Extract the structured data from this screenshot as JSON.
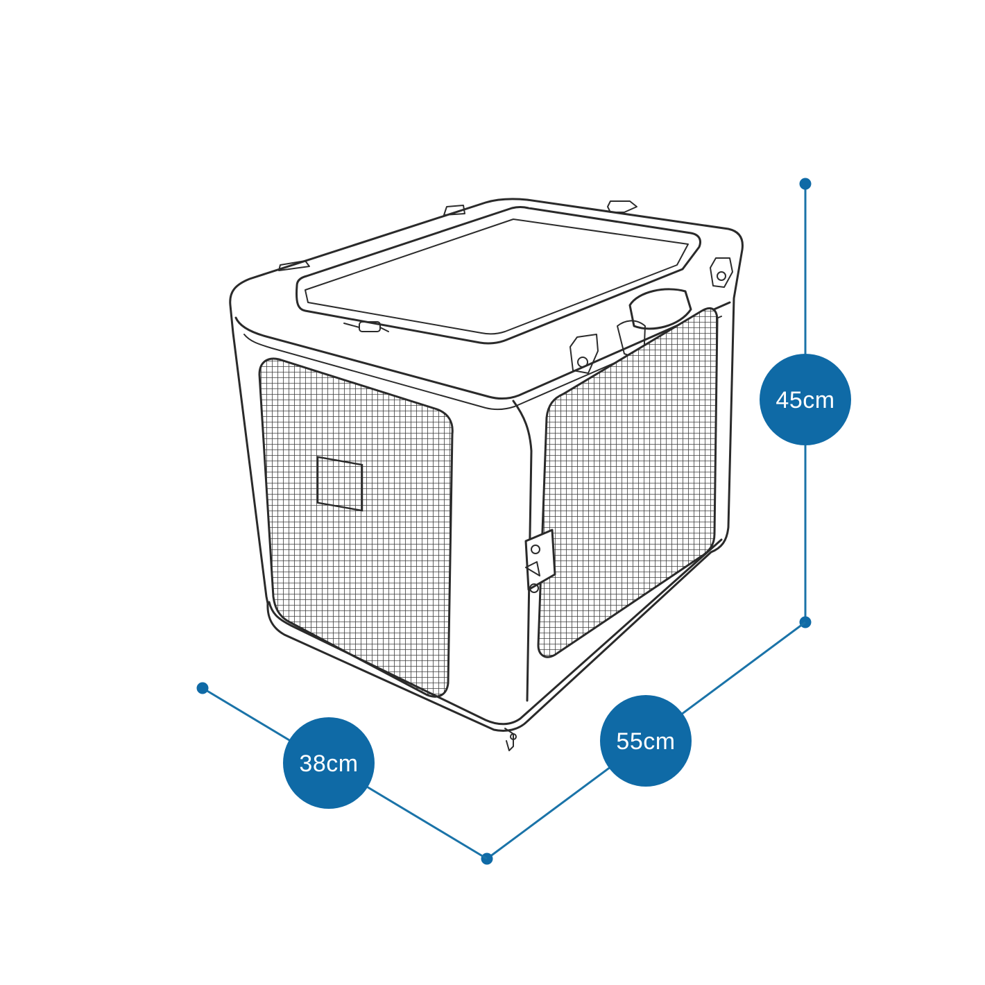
{
  "colors": {
    "accent": "#0f6aa6",
    "line": "#1a73a8",
    "text_on_accent": "#ffffff",
    "outline": "#2a2a2a"
  },
  "dimensions": {
    "height_label": "45cm",
    "width_label": "55cm",
    "depth_label": "38cm"
  }
}
